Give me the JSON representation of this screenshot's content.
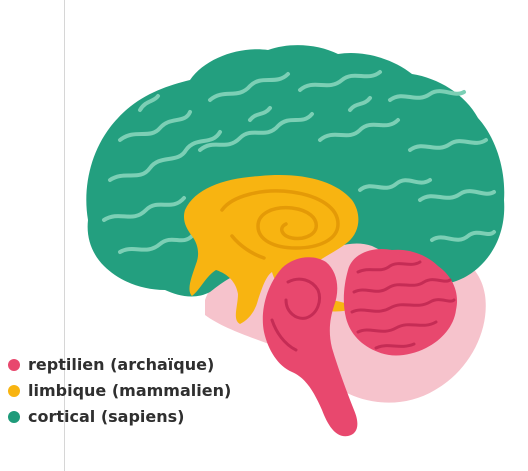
{
  "legend": {
    "items": [
      {
        "label": "reptilien (archaïque)",
        "color": "#e8486e",
        "icon": "red-dot-icon"
      },
      {
        "label": "limbique (mammalien)",
        "color": "#f8b411",
        "icon": "yellow-dot-icon"
      },
      {
        "label": "cortical (sapiens)",
        "color": "#1e9b7a",
        "icon": "green-dot-icon"
      }
    ]
  },
  "colors": {
    "cortex": "#239f7f",
    "cortex_gyri": "#7ccfb5",
    "limbic": "#f8b411",
    "limbic_lines": "#e49a07",
    "reptilian": "#e8486e",
    "reptilian_lines": "#c52c55",
    "halo": "#f6c3cc"
  }
}
